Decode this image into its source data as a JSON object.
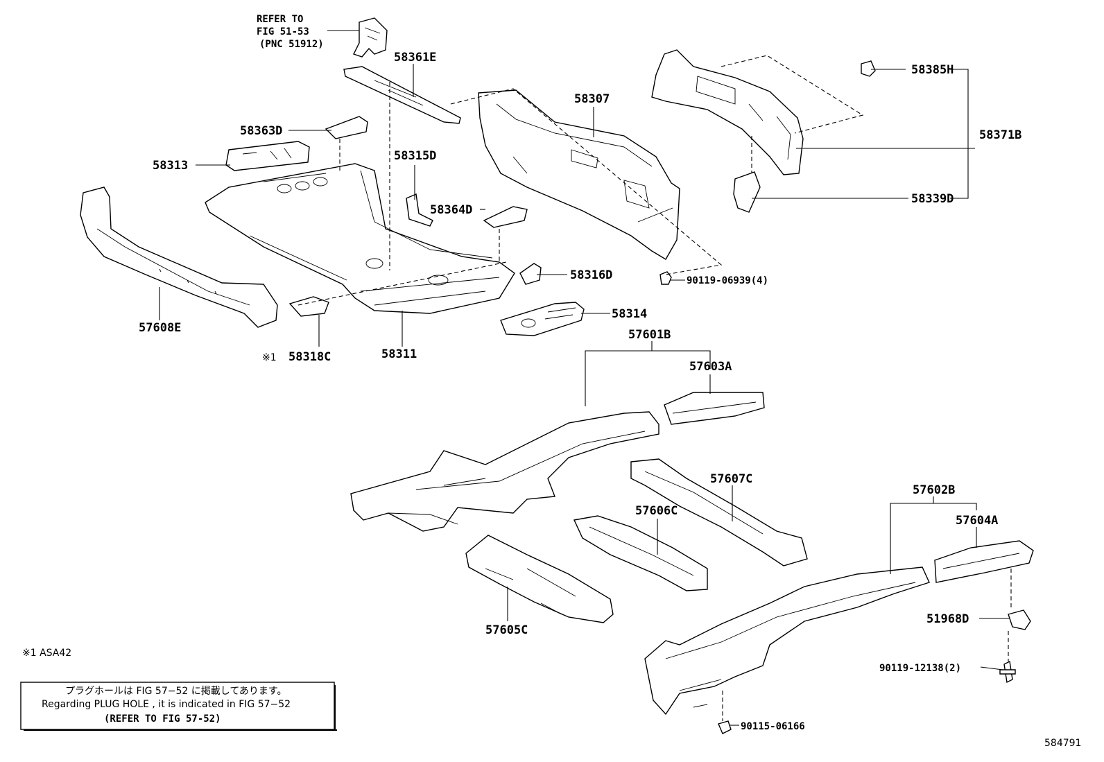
{
  "parts": {
    "refer_lines": [
      "REFER TO",
      "FIG 51-53",
      "(PNC 51912)"
    ],
    "p58361E": "58361E",
    "p58307": "58307",
    "p58385H": "58385H",
    "p58371B": "58371B",
    "p58339D": "58339D",
    "p58363D": "58363D",
    "p58313": "58313",
    "p58315D": "58315D",
    "p58364D": "58364D",
    "p58316D": "58316D",
    "p90119_06939": "90119-06939(4)",
    "p58314": "58314",
    "p57608E": "57608E",
    "p58318C": "58318C",
    "p58311": "58311",
    "p57601B": "57601B",
    "p57603A": "57603A",
    "p57607C": "57607C",
    "p57606C": "57606C",
    "p57605C": "57605C",
    "p57602B": "57602B",
    "p57604A": "57604A",
    "p51968D": "51968D",
    "p90119_12138": "90119-12138(2)",
    "p90115_06166": "90115-06166"
  },
  "marks": {
    "note_mark_58318C": "※1",
    "footnote": "※1  ASA42"
  },
  "notice": {
    "line_jp": "プラグホールは FIG  57−52 に掲載してあります。",
    "line_en": "Regarding  PLUG  HOLE , it is indicated in  FIG  57−52",
    "line_ref": "(REFER TO FIG 57-52)"
  },
  "figure_id": "584791"
}
